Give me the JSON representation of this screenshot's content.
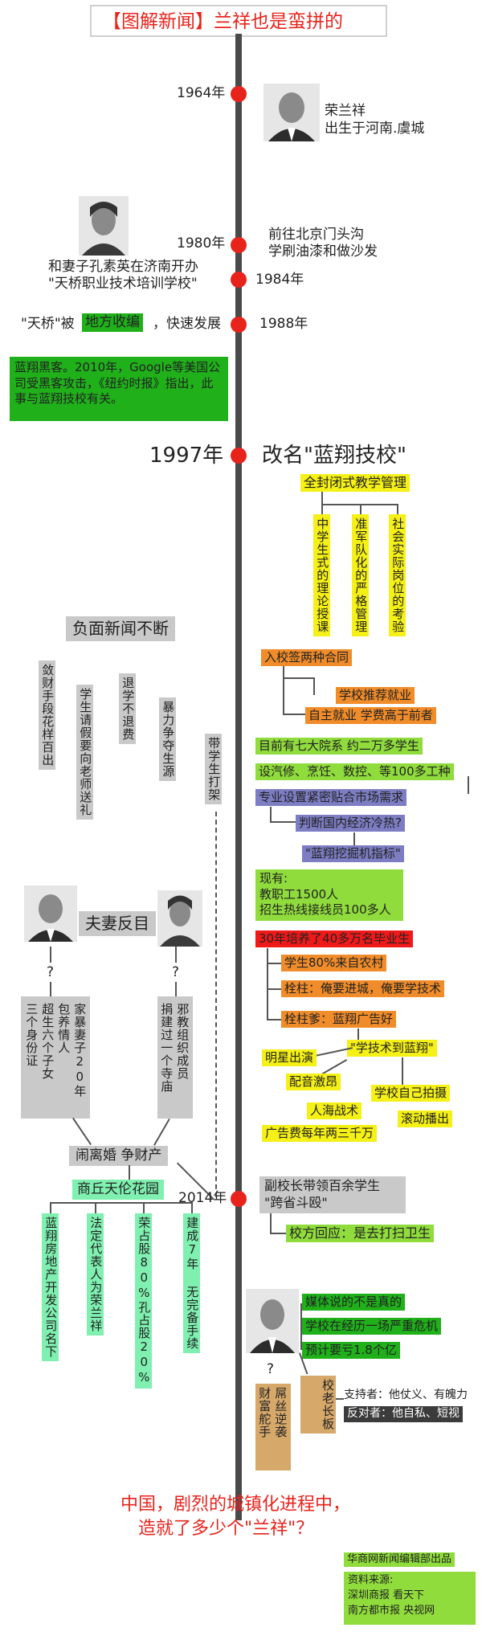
{
  "title": "【图解新闻】兰祥也是蛮拼的",
  "timeline": {
    "y1964": "1964年",
    "born_name": "荣兰祥",
    "born_place": "出生于河南.虞城",
    "y1980": "1980年",
    "e1980_1": "前往北京门头沟",
    "e1980_2": "学刷油漆和做沙发",
    "e1984_1": "和妻子孔素英在济南开办",
    "e1984_2": "\"天桥职业技术培训学校\"",
    "y1984": "1984年",
    "e1988_a": "\"天桥\"被",
    "e1988_b": "地方收编",
    "e1988_c": "，快速发展",
    "y1988": "1988年",
    "hack": "蓝翔黑客。2010年，Google等美国公司受黑客攻击，《纽约时报》指出，此事与蓝翔技校有关。",
    "y1997": "1997年",
    "e1997": "改名\"蓝翔技校\""
  },
  "management": {
    "header": "全封闭式教学管理",
    "items": [
      "中学生式的理论授课",
      "准军队化的严格管理",
      "社会实际岗位的考验"
    ]
  },
  "negative": {
    "header": "负面新闻不断",
    "items": [
      "敛财手段花样百出",
      "学生请假要向老师送礼",
      "退学不退费",
      "暴力争夺生源"
    ],
    "fight": "带学生打架"
  },
  "right_chain": {
    "contract": "入校签两种合同",
    "rec_job": "学校推荐就业",
    "self_job": "自主就业 学费高于前者",
    "colleges": "目前有七大院系 约二万多学生",
    "majors": "设汽修、烹饪、数控、等100多工种",
    "market": "专业设置紧密贴合市场需求",
    "economy": "判断国内经济冷热?",
    "index": "\"蓝翔挖掘机指标\"",
    "staff_1": "现有:",
    "staff_2": "教职工1500人",
    "staff_3": "招生热线接线员100多人",
    "grads": "30年培养了40多万名毕业生",
    "rural": "学生80%来自农村",
    "shuanzhu": "栓柱：俺要进城，俺要学技术",
    "shuanzhu_dad": "栓柱爹：蓝翔广告好",
    "ad_slogan": "\"学技术到蓝翔\"",
    "ad_star": "明星出演",
    "ad_dub": "配音激昂",
    "ad_self": "学校自己拍摄",
    "ad_crowd": "人海战术",
    "ad_roll": "滚动播出",
    "ad_cost": "广告费每年两三千万"
  },
  "couple": {
    "header": "夫妻反目",
    "q1": "?",
    "q2": "?",
    "husband_items": [
      "家暴妻子20年",
      "包养情人",
      "超生六个子女",
      "三个身份证"
    ],
    "wife_items": [
      "邪教组织成员",
      "捐建过一个寺庙"
    ],
    "divorce": "闹离婚 争财产",
    "garden": "商丘天伦花园",
    "garden_items": [
      "蓝翔房地产开发公司名下",
      "法定代表人为荣兰祥",
      "荣占股80%孔占股20%",
      "建成7年 无完备手续"
    ]
  },
  "y2014": "2014年",
  "e2014_1": "副校长带领百余学生",
  "e2014_2": "\"跨省斗殴\"",
  "school_reply": "校方回应：是去打扫卫生",
  "crisis": {
    "media": "媒体说的不是真的",
    "crisis": "学校在经历一场严重危机",
    "loss": "预计要亏1.8个亿",
    "q": "?",
    "loser_items": [
      "屌丝逆袭",
      "财富舵手"
    ],
    "boss": "校老长板",
    "support": "支持者：他仗义、有魄力",
    "oppose": "反对者：他自私、短视"
  },
  "footer": {
    "question_1": "中国，剧烈的城镇化进程中，",
    "question_2": "造就了多少个\"兰祥\"？",
    "credit": "华商网新闻编辑部出品",
    "source_label": "资料来源:",
    "source_1": "深圳商报 看天下",
    "source_2": "南方都市报 央视网"
  },
  "colors": {
    "accent_red": "#e8231c",
    "yellow": "#f5f016",
    "orange": "#f08c2a",
    "green": "#1fb01a",
    "purple": "#7d7dc4"
  }
}
